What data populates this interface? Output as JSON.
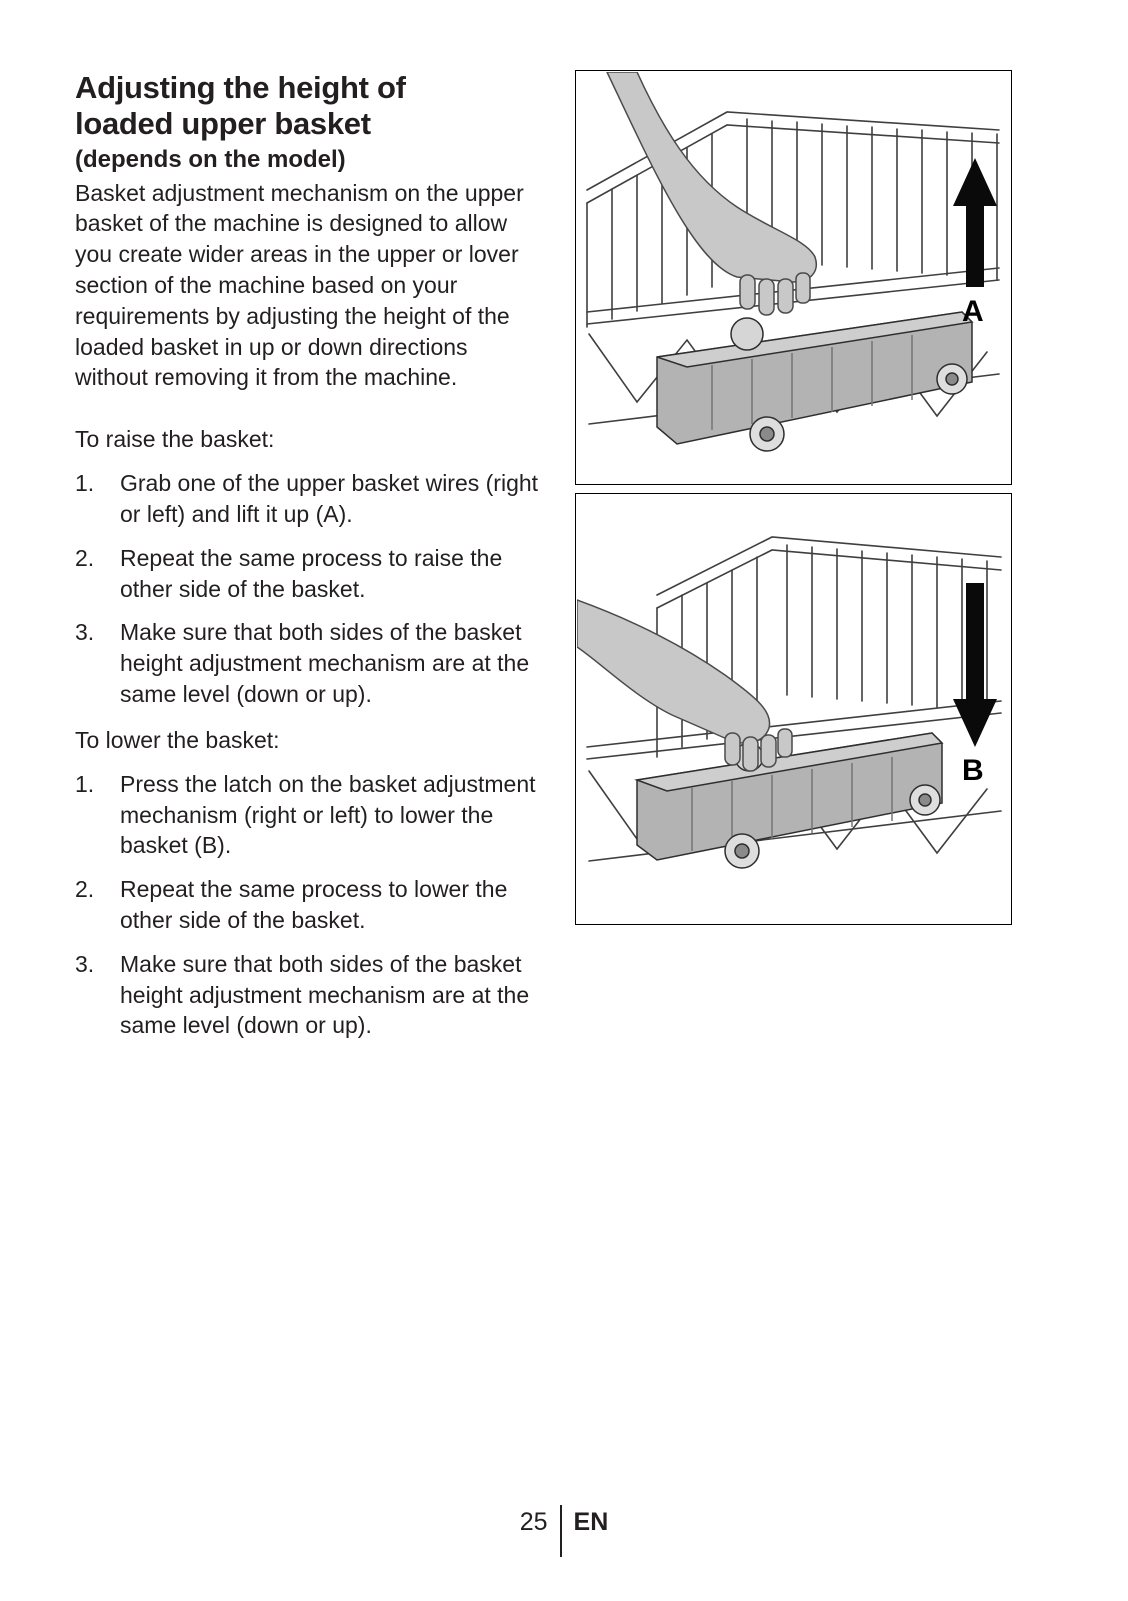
{
  "ink_color": "#231f20",
  "title": {
    "line1": "Adjusting the height of",
    "line2": "loaded upper basket"
  },
  "subtitle": "(depends on the model)",
  "intro": "Basket adjustment mechanism on the upper basket of the machine is designed to allow you create wider areas in the upper or lover section of the machine based on your requirements by adjusting the height of the loaded basket in up or down directions without removing it from the machine.",
  "raise": {
    "heading": "To raise the basket:",
    "steps": [
      {
        "num": "1.",
        "text": "Grab one of the upper basket wires (right or left) and lift it up (A)."
      },
      {
        "num": "2.",
        "text": "Repeat the same process to raise the other side of the basket."
      },
      {
        "num": "3.",
        "text": "Make sure that both sides of the basket height adjustment mechanism are at the same level (down or up)."
      }
    ]
  },
  "lower": {
    "heading": "To lower the basket:",
    "steps": [
      {
        "num": "1.",
        "text": "Press the latch on the basket adjustment mechanism (right or left) to lower the basket (B)."
      },
      {
        "num": "2.",
        "text": "Repeat the same process to lower the other side of the basket."
      },
      {
        "num": "3.",
        "text": "Make sure that both sides of the basket height adjustment mechanism are at the same level (down or up)."
      }
    ]
  },
  "figures": [
    {
      "label": "A",
      "arrow": "up"
    },
    {
      "label": "B",
      "arrow": "down"
    }
  ],
  "footer": {
    "page_number": "25",
    "language": "EN"
  }
}
